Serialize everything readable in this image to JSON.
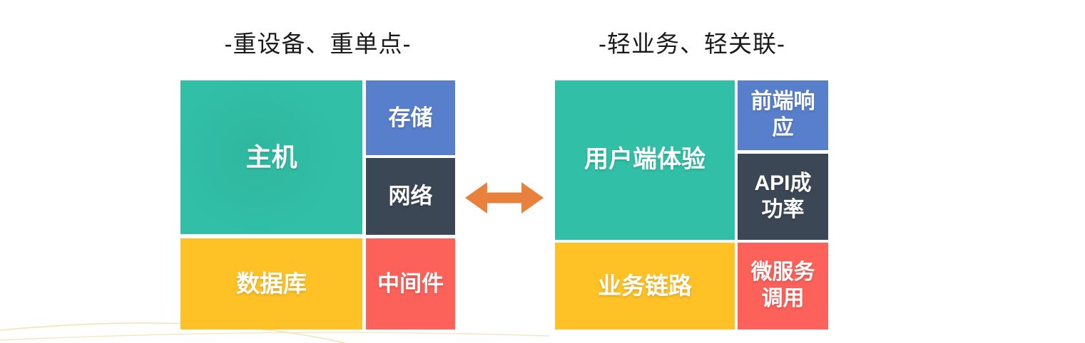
{
  "page": {
    "background": "#ffffff"
  },
  "left_panel": {
    "title": "-重设备、重单点-",
    "blocks": [
      {
        "id": "host",
        "label": "主机",
        "color": "#31bfa7"
      },
      {
        "id": "storage",
        "label": "存储",
        "color": "#587fcb"
      },
      {
        "id": "network",
        "label": "网络",
        "color": "#3b4754"
      },
      {
        "id": "database",
        "label": "数据库",
        "color": "#fec226"
      },
      {
        "id": "middleware",
        "label": "中间件",
        "color": "#fc615a"
      }
    ]
  },
  "right_panel": {
    "title": "-轻业务、轻关联-",
    "blocks": [
      {
        "id": "user-experience",
        "label": "用户端体验",
        "color": "#31bfa7"
      },
      {
        "id": "frontend-response",
        "label": "前端响\n应",
        "color": "#587fcb"
      },
      {
        "id": "api-success-rate",
        "label": "API成\n功率",
        "color": "#3b4754"
      },
      {
        "id": "business-link",
        "label": "业务链路",
        "color": "#fec226"
      },
      {
        "id": "microservice-call",
        "label": "微服务\n调用",
        "color": "#fc615a"
      }
    ]
  },
  "arrow": {
    "type": "double-headed-horizontal",
    "color": "#e8813b"
  },
  "decor": {
    "curve_color": "#f2e2b4"
  }
}
